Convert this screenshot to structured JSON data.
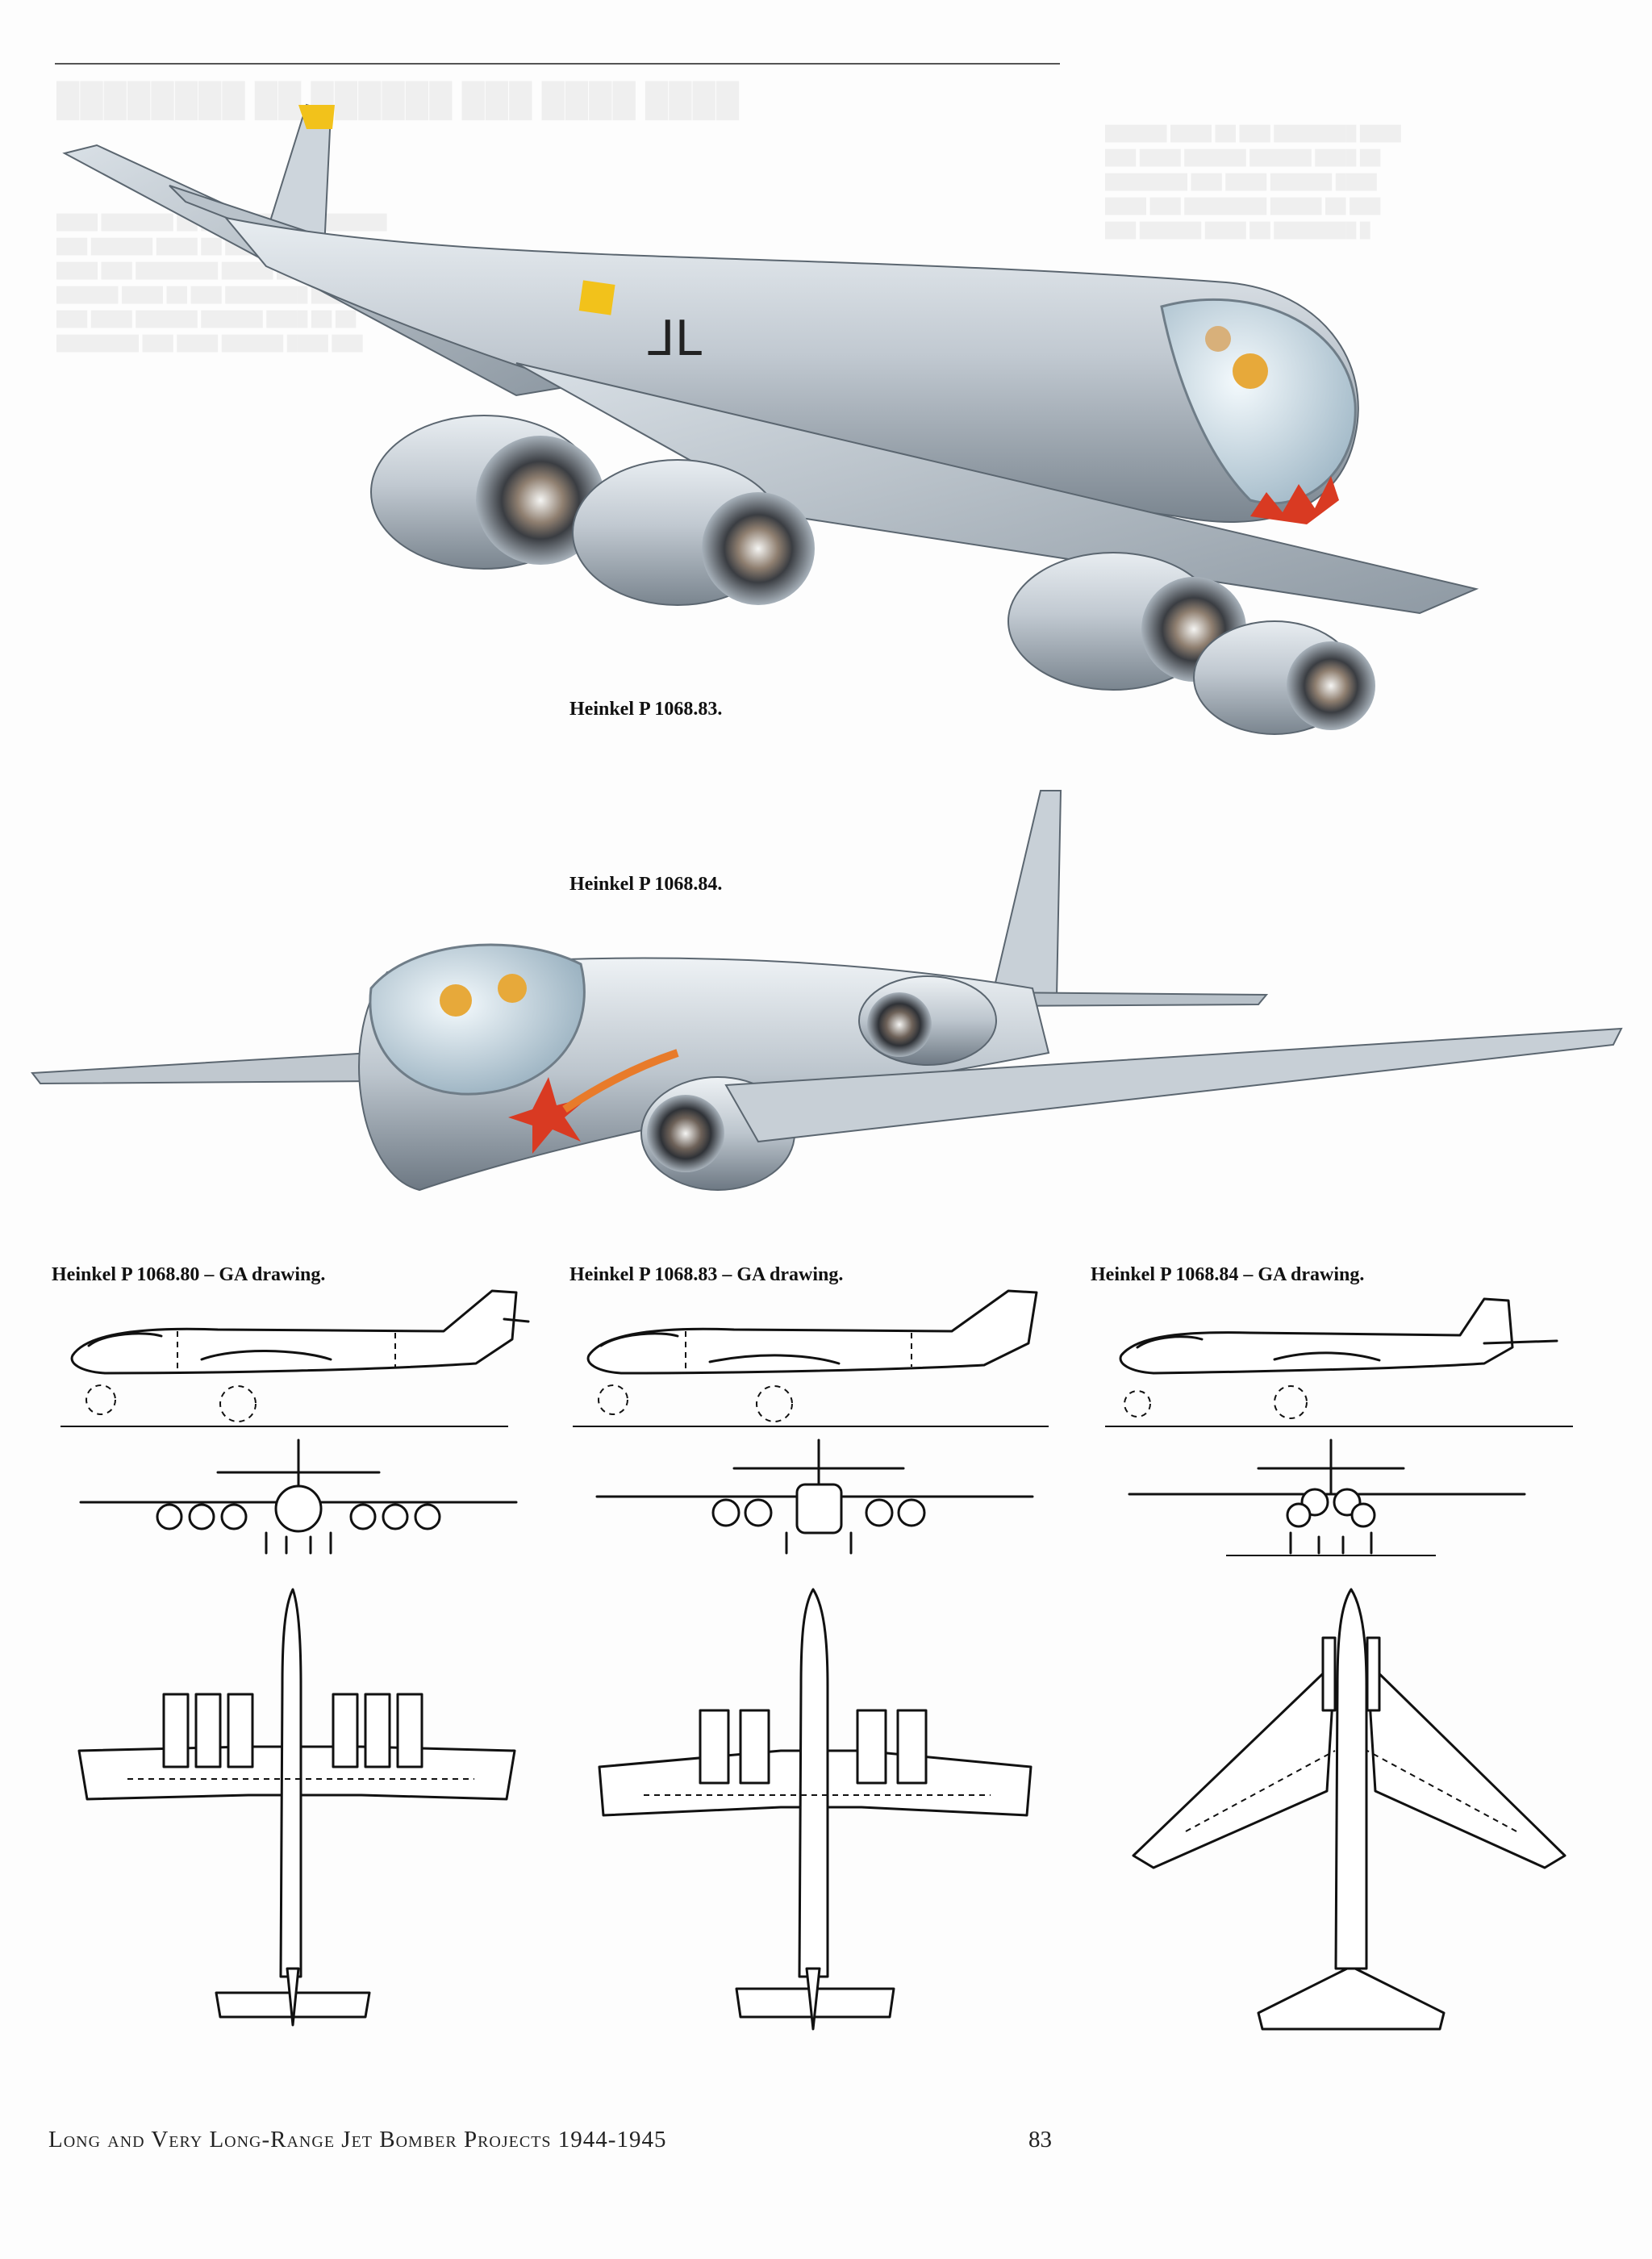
{
  "page": {
    "footer_title": "Long and Very Long-Range Jet Bomber Projects 1944-1945",
    "page_number": "83"
  },
  "illustrations": {
    "p1068_83": {
      "caption": "Heinkel P 1068.83."
    },
    "p1068_84": {
      "caption": "Heinkel P 1068.84."
    }
  },
  "ga_drawings": [
    {
      "caption": "Heinkel P 1068.80 – GA drawing."
    },
    {
      "caption": "Heinkel P 1068.83 – GA drawing."
    },
    {
      "caption": "Heinkel P 1068.84 – GA drawing."
    }
  ],
  "colors": {
    "airframe": "#c4ccd4",
    "airframe_dark": "#7c8792",
    "glazing": "#cfe3ef",
    "pilot": "#e7a93a",
    "marking_yellow": "#f2c21b",
    "marking_red": "#d93a22",
    "ink": "#111111"
  }
}
